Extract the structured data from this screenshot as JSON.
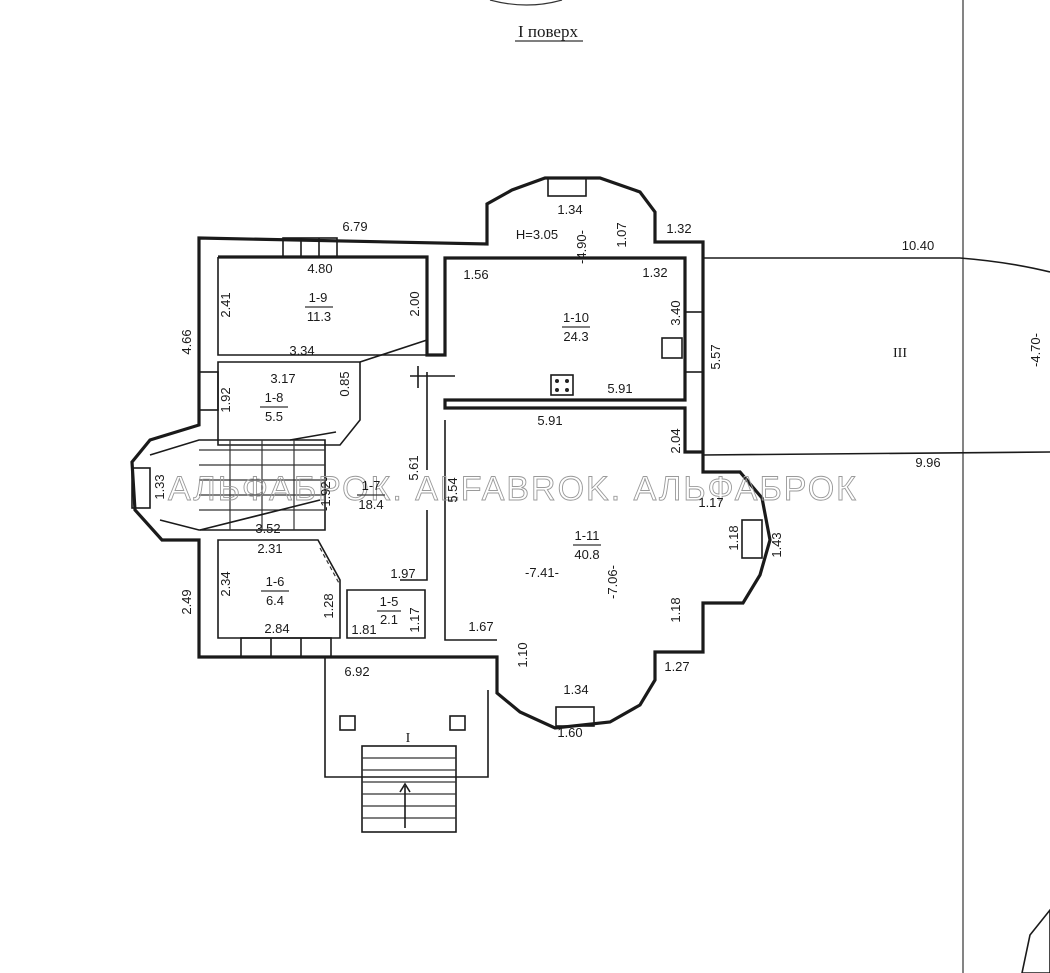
{
  "title": "I поверх",
  "watermark": "АЛЬФАБРОК. ALFABROK. АЛЬФАБРОК",
  "rooms": [
    {
      "id": "1-5",
      "area": "2.1"
    },
    {
      "id": "1-6",
      "area": "6.4"
    },
    {
      "id": "1-7",
      "area": "18.4"
    },
    {
      "id": "1-8",
      "area": "5.5"
    },
    {
      "id": "1-9",
      "area": "11.3"
    },
    {
      "id": "1-10",
      "area": "24.3",
      "height": "H=3.05"
    },
    {
      "id": "1-11",
      "area": "40.8"
    }
  ],
  "zones": [
    "I",
    "III"
  ],
  "dimensions": [
    "6.79",
    "4.80",
    "2.41",
    "2.00",
    "4.66",
    "3.34",
    "3.17",
    "0.85",
    "1.92",
    "1.33",
    "-1.92-",
    "3.52",
    "2.31",
    "2.34",
    "2.49",
    "1.28",
    "2.84",
    "6.92",
    "1.97",
    "1.81",
    "1.17",
    "5.61",
    "5.54",
    "1.34",
    "1.07",
    "-4.90-",
    "1.32",
    "1.56",
    "1.32",
    "3.40",
    "5.91",
    "5.91",
    "5.57",
    "2.04",
    "10.40",
    "-4.70-",
    "9.96",
    "1.17",
    "1.18",
    "1.43",
    "-7.41-",
    "-7.06-",
    "1.18",
    "1.67",
    "1.10",
    "1.34",
    "1.27",
    "1.60"
  ]
}
